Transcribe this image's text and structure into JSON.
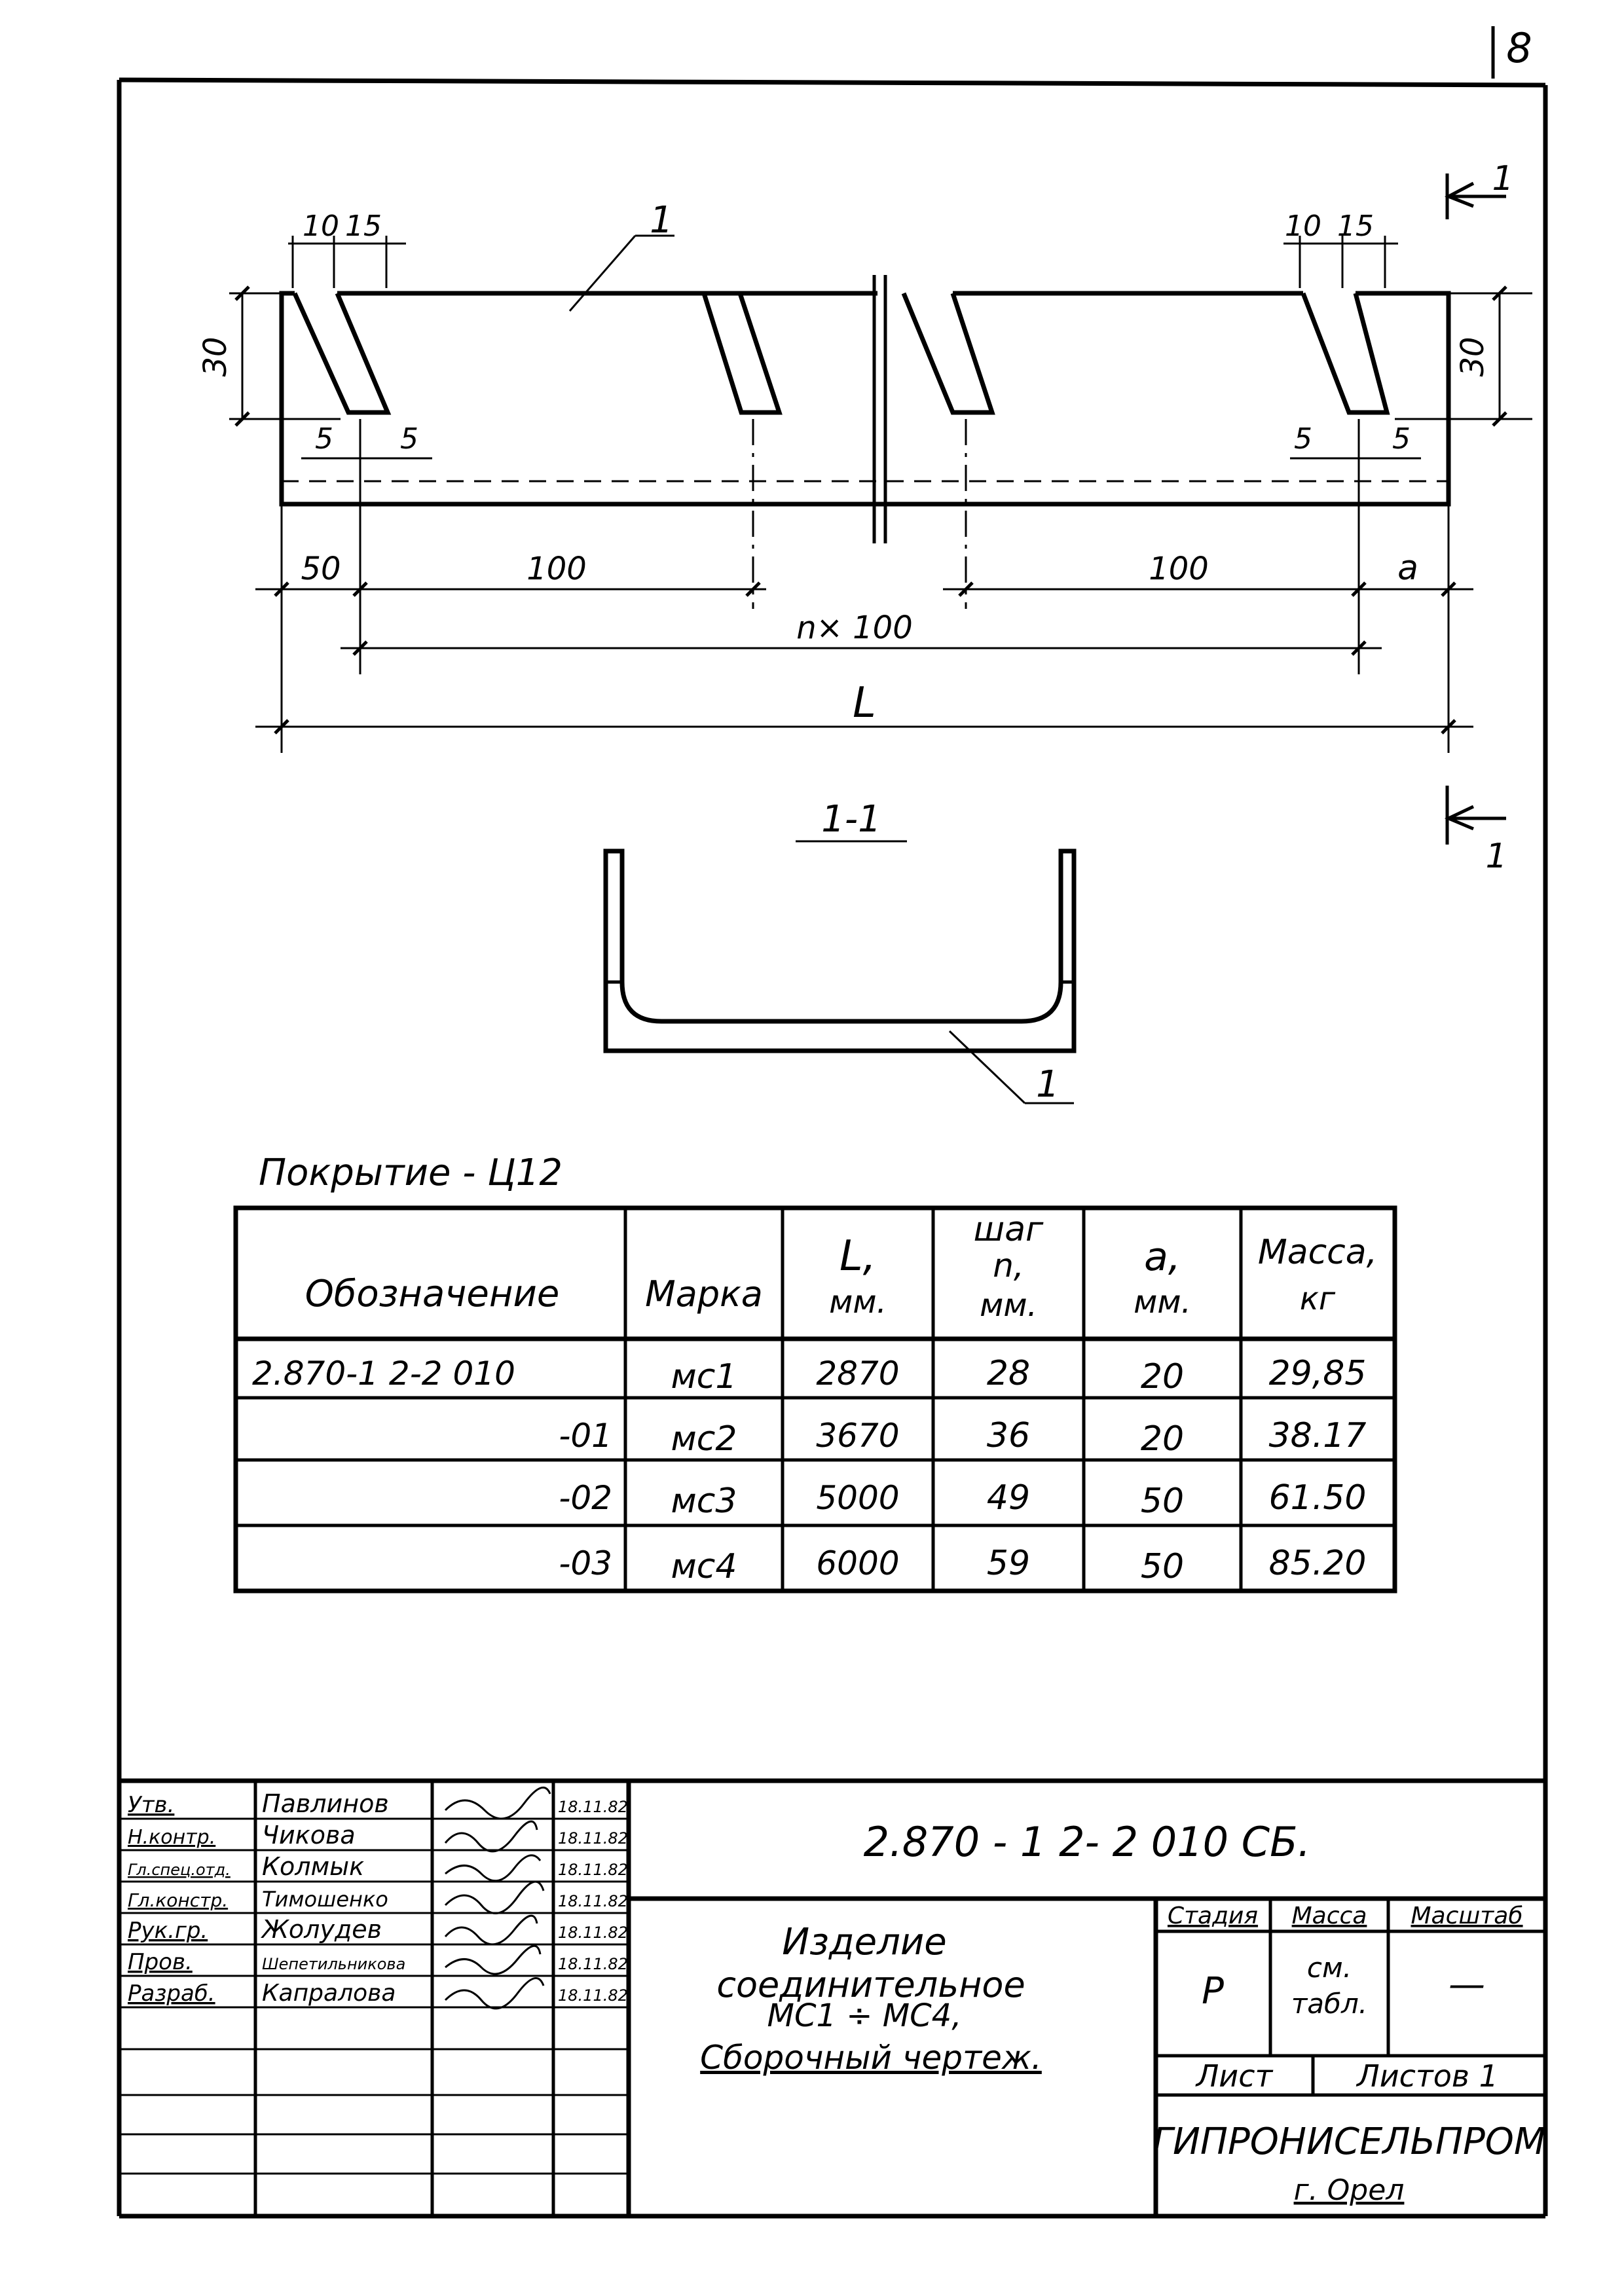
{
  "sheet_number": "8",
  "drawing": {
    "section_arrow_label": "1",
    "part_callout": "1",
    "dim_pitch_left": "10",
    "dim_offset_left": "15",
    "dim_pitch_right": "10",
    "dim_offset_right": "15",
    "dim_height_left": "30",
    "dim_height_right": "30",
    "dim_gap_l1": "5",
    "dim_gap_l2": "5",
    "dim_gap_r1": "5",
    "dim_gap_r2": "5",
    "dim_start": "50",
    "dim_span_left": "100",
    "dim_span_right": "100",
    "dim_end": "a",
    "dim_total_pitch": "n× 100",
    "dim_length": "L",
    "section_title": "1-1",
    "section_callout": "1"
  },
  "coating_note": "Покрытие - Ц12",
  "spec_table": {
    "headers": {
      "designation": "Обозначение",
      "mark": "Марка",
      "length_l1": "L,",
      "length_l2": "мм.",
      "step_l1": "шаг",
      "step_l2": "n,",
      "step_l3": "мм.",
      "a_l1": "a,",
      "a_l2": "мм.",
      "mass_l1": "Масса,",
      "mass_l2": "кг"
    },
    "rows": [
      {
        "designation": "2.870-1   2-2 010",
        "mark": "мс1",
        "length": "2870",
        "step": "28",
        "a": "20",
        "mass": "29,85"
      },
      {
        "designation": "-01",
        "mark": "мс2",
        "length": "3670",
        "step": "36",
        "a": "20",
        "mass": "38.17"
      },
      {
        "designation": "-02",
        "mark": "мс3",
        "length": "5000",
        "step": "49",
        "a": "50",
        "mass": "61.50"
      },
      {
        "designation": "-03",
        "mark": "мс4",
        "length": "6000",
        "step": "59",
        "a": "50",
        "mass": "85.20"
      }
    ]
  },
  "title_block": {
    "roles": [
      "Утв.",
      "Н.контр.",
      "Гл.спец.отд.",
      "Гл.констр.",
      "Рук.гр.",
      "Пров.",
      "Разраб."
    ],
    "names": [
      "Павлинов",
      "Чикова",
      "Колмык",
      "Тимошенко",
      "Жолудев",
      "Шепетильникова",
      "Капралова"
    ],
    "dates": [
      "18.11.82",
      "18.11.82",
      "18.11.82",
      "18.11.82",
      "18.11.82",
      "18.11.82",
      "18.11.82"
    ],
    "document_code": "2.870 - 1    2- 2 010 СБ.",
    "item_title_l1": "Изделие",
    "item_title_l2": "соединительное",
    "item_title_l3": "МС1 ÷ МС4,",
    "item_title_l4": "Сборочный    чертеж.",
    "stage_label": "Стадия",
    "mass_label": "Масса",
    "scale_label": "Масштаб",
    "stage_value": "Р",
    "mass_value_l1": "см.",
    "mass_value_l2": "табл.",
    "scale_value": "—",
    "sheet_label": "Лист",
    "sheets_label": "Листов 1",
    "organization": "ГИПРОНИСЕЛЬПРОМ",
    "city": "г. Орел"
  }
}
